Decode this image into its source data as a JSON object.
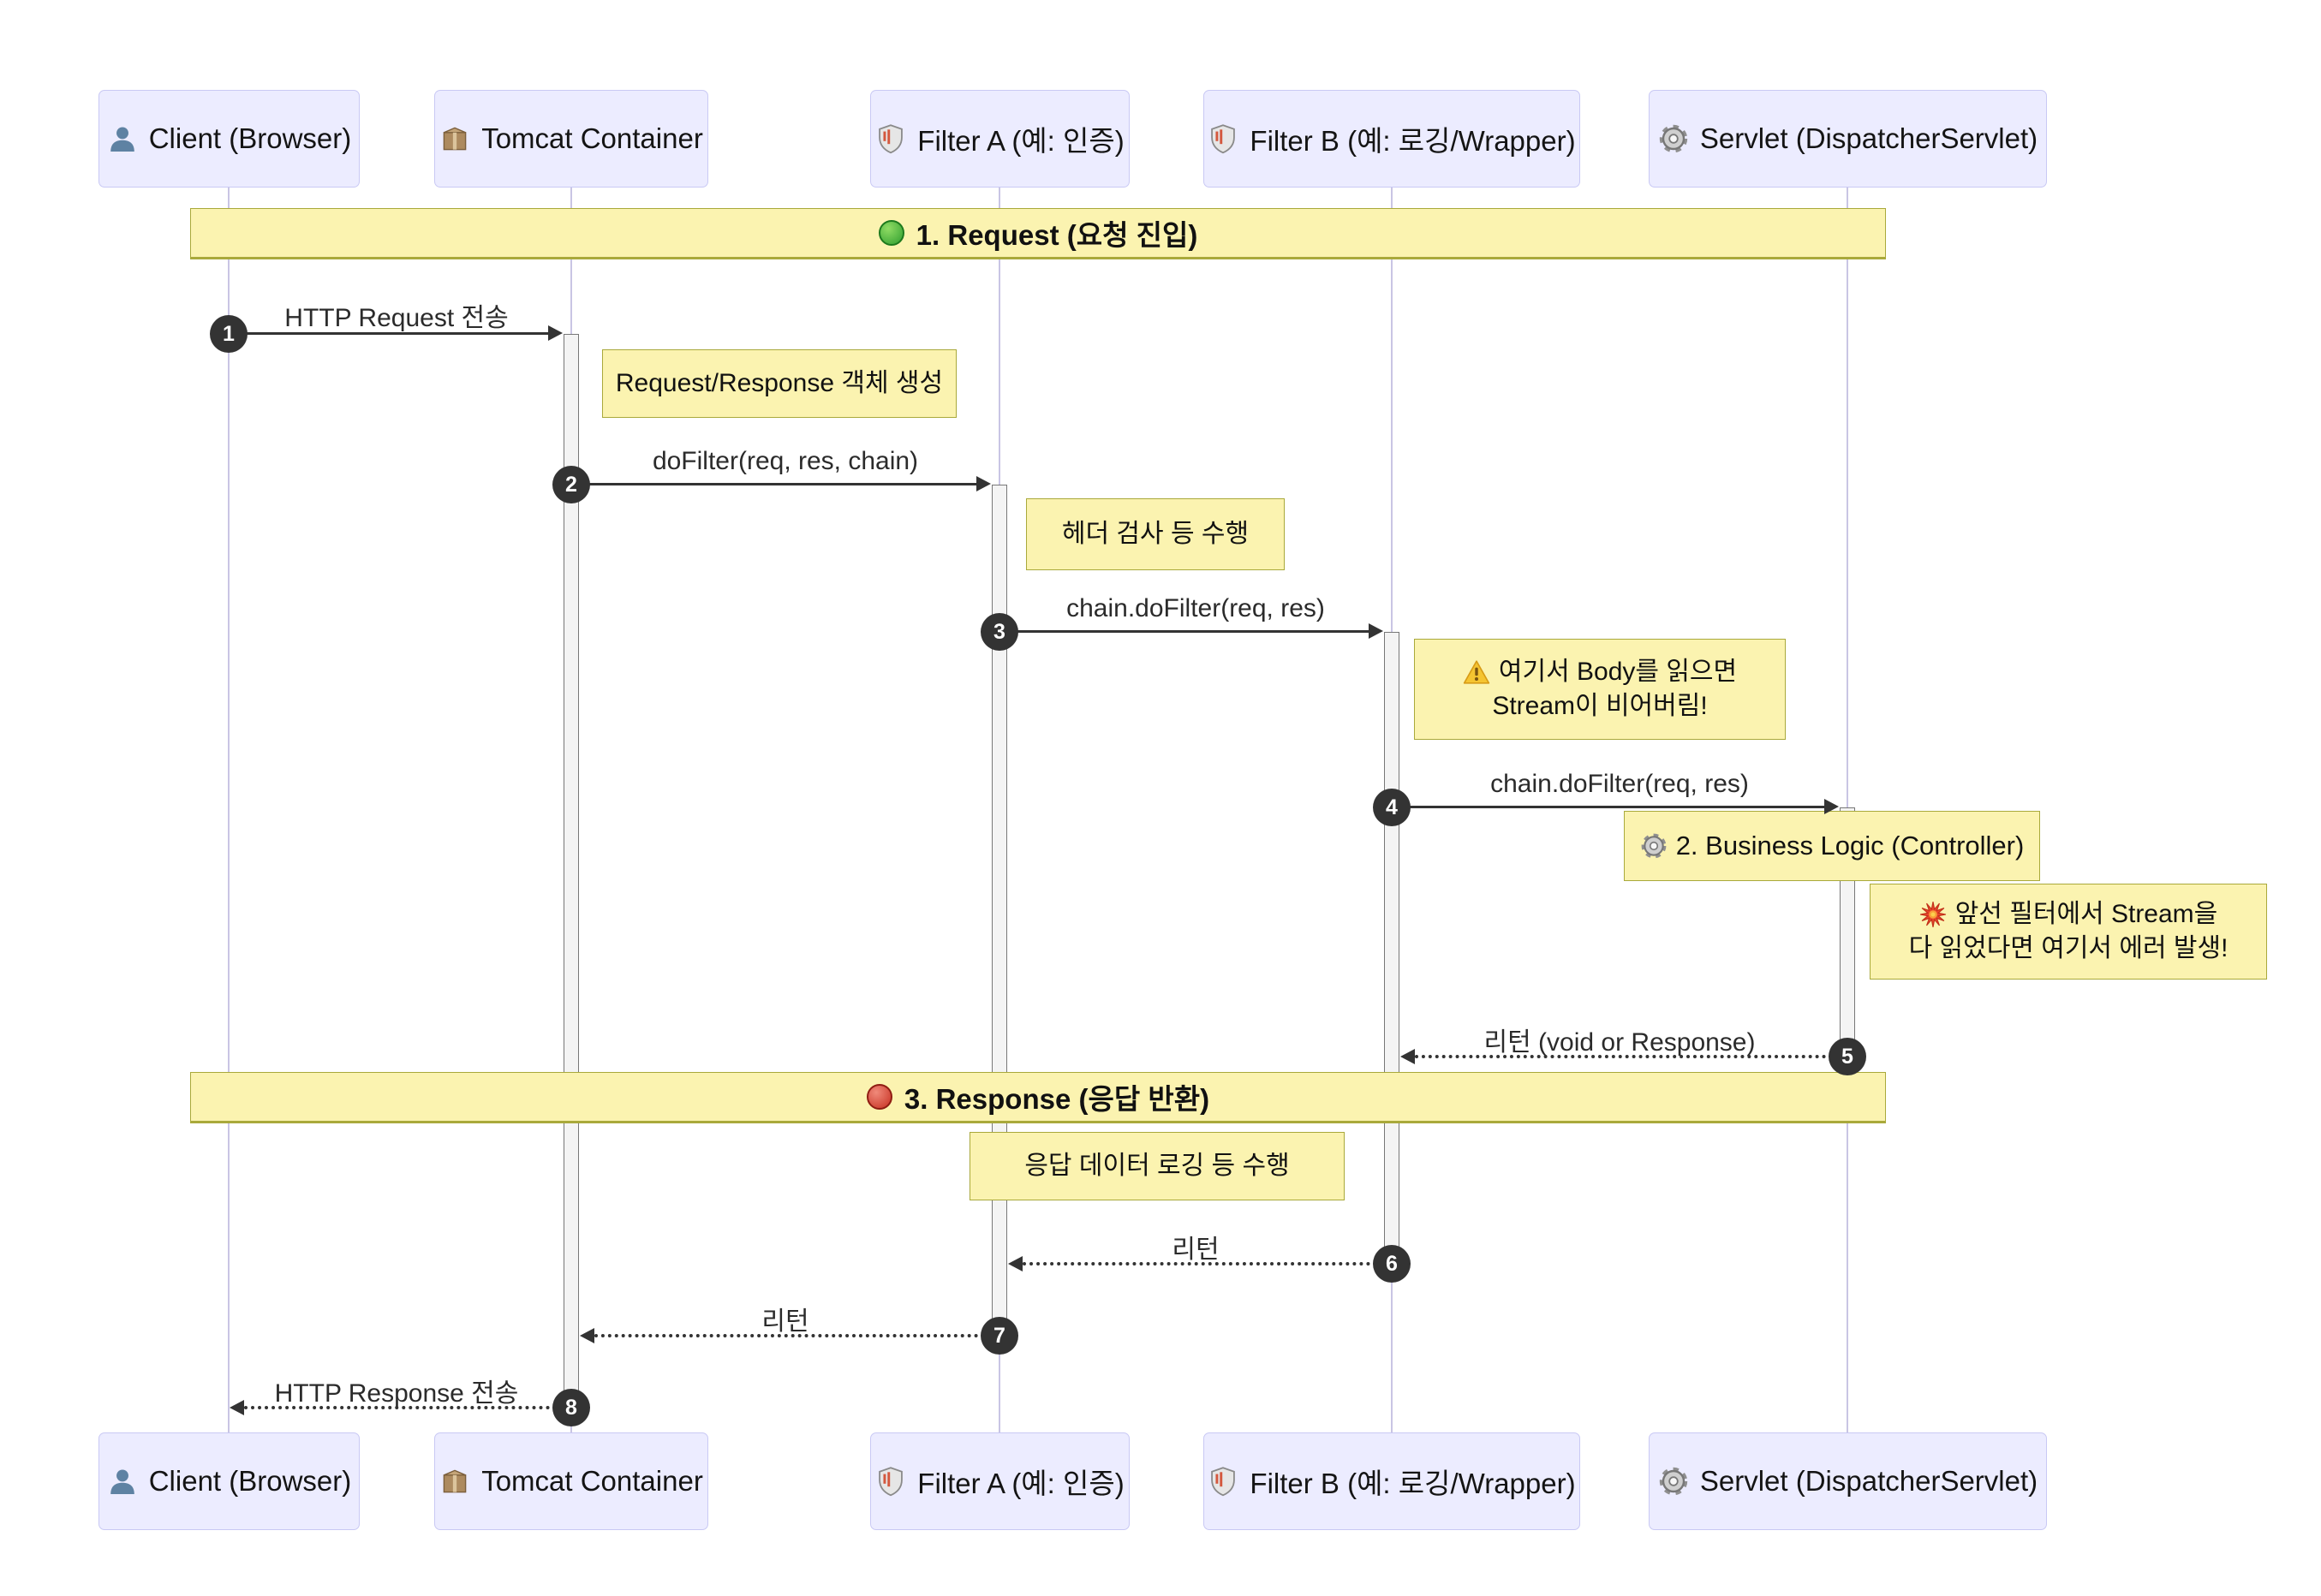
{
  "diagram": {
    "actors": [
      {
        "label": "Client (Browser)",
        "icon": "person-icon"
      },
      {
        "label": "Tomcat Container",
        "icon": "package-icon"
      },
      {
        "label": "Filter A (예: 인증)",
        "icon": "shield-icon"
      },
      {
        "label": "Filter B (예: 로깅/Wrapper)",
        "icon": "shield-icon"
      },
      {
        "label": "Servlet (DispatcherServlet)",
        "icon": "gear-icon"
      }
    ],
    "banners": {
      "request": {
        "label": "1. Request (요청 진입)",
        "icon": "green-dot-icon"
      },
      "response": {
        "label": "3. Response (응답 반환)",
        "icon": "red-dot-icon"
      }
    },
    "messages": {
      "m1": {
        "seq": "1",
        "label": "HTTP Request 전송",
        "style": "solid"
      },
      "m2": {
        "seq": "2",
        "label": "doFilter(req, res, chain)",
        "style": "solid"
      },
      "m3": {
        "seq": "3",
        "label": "chain.doFilter(req, res)",
        "style": "solid"
      },
      "m4": {
        "seq": "4",
        "label": "chain.doFilter(req, res)",
        "style": "solid"
      },
      "m5": {
        "seq": "5",
        "label": "리턴 (void or Response)",
        "style": "dotted"
      },
      "m6": {
        "seq": "6",
        "label": "리턴",
        "style": "dotted"
      },
      "m7": {
        "seq": "7",
        "label": "리턴",
        "style": "dotted"
      },
      "m8": {
        "seq": "8",
        "label": "HTTP Response 전송",
        "style": "dotted"
      }
    },
    "notes": {
      "create_objects": {
        "text": "Request/Response 객체 생성"
      },
      "header_check": {
        "text": "헤더 검사 등 수행"
      },
      "body_warning": {
        "icon": "warning-icon",
        "line1": "여기서 Body를 읽으면",
        "line2": "Stream이 비어버림!"
      },
      "business_logic": {
        "icon": "gear-icon",
        "text": "2. Business Logic (Controller)"
      },
      "stream_error": {
        "icon": "collision-icon",
        "line1": "앞선 필터에서 Stream을",
        "line2": "다 읽었다면 여기서 에러 발생!"
      },
      "response_logging": {
        "text": "응답 데이터 로깅 등 수행"
      }
    },
    "colors": {
      "actor_fill": "#ECECFF",
      "actor_border": "#C9C9F4",
      "note_fill": "#FBF3B0",
      "note_border": "#A9A93B",
      "arrow": "#333333",
      "seq_circle": "#333333",
      "lifeline": "#C9C5E4",
      "activation_fill": "#F4F4F4"
    }
  }
}
